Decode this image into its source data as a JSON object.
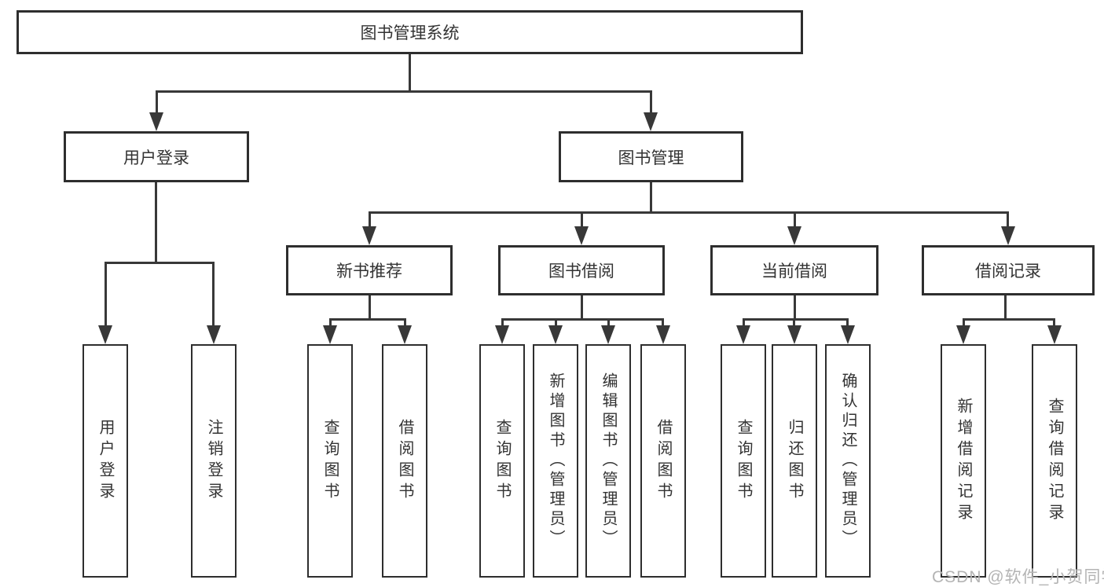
{
  "nodes": {
    "root": "图书管理系统",
    "level2": [
      {
        "label": "用户登录"
      },
      {
        "label": "图书管理"
      }
    ],
    "level3": [
      {
        "label": "新书推荐"
      },
      {
        "label": "图书借阅"
      },
      {
        "label": "当前借阅"
      },
      {
        "label": "借阅记录"
      }
    ],
    "leaves_login": [
      {
        "label": "用户登录"
      },
      {
        "label": "注销登录"
      }
    ],
    "leaves_recommend": [
      {
        "label": "查询图书"
      },
      {
        "label": "借阅图书"
      }
    ],
    "leaves_borrow": [
      {
        "label": "查询图书"
      },
      {
        "label": "新增图书（管理员）"
      },
      {
        "label": "编辑图书（管理员）"
      },
      {
        "label": "借阅图书"
      }
    ],
    "leaves_current": [
      {
        "label": "查询图书"
      },
      {
        "label": "归还图书"
      },
      {
        "label": "确认归还（管理员）"
      }
    ],
    "leaves_records": [
      {
        "label": "新增借阅记录"
      },
      {
        "label": "查询借阅记录"
      }
    ]
  },
  "watermark": {
    "text": "CSDN @软件_小贺同学"
  },
  "colors": {
    "line": "#383838",
    "border": "#2e2e2e",
    "text": "#333333",
    "watermark": "#b4b4b4",
    "background": "#ffffff"
  }
}
